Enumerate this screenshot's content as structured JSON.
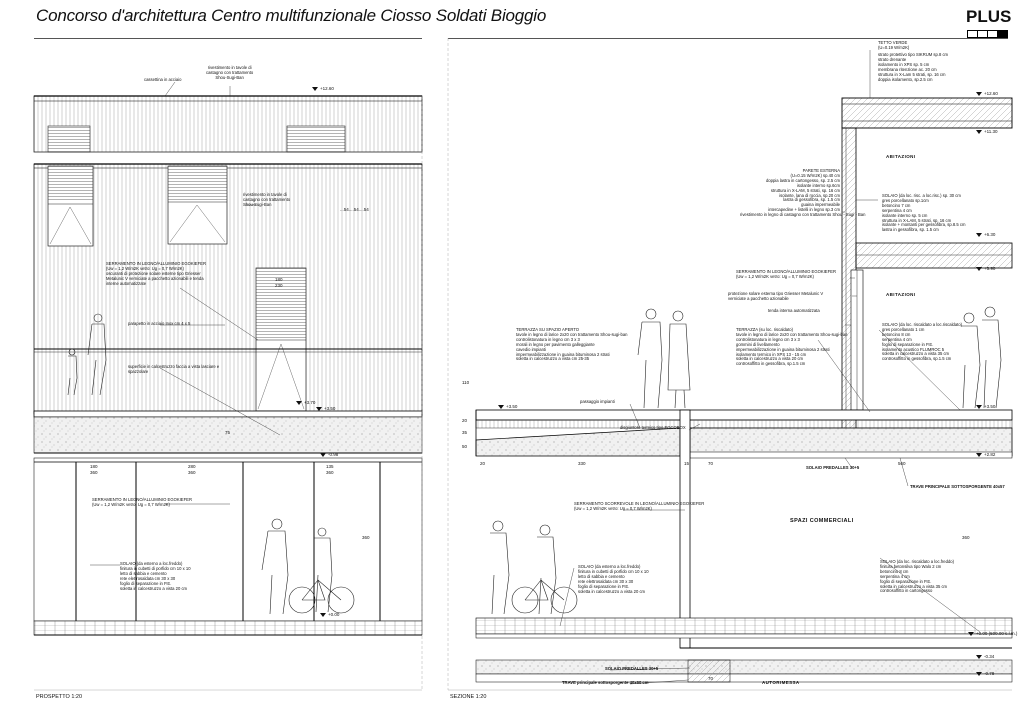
{
  "header": {
    "title": "Concorso d'architettura Centro multifunzionale Ciosso Soldati Bioggio",
    "brand": "PLUS"
  },
  "sheet": {
    "left_label": "PROSPETTO 1:20",
    "right_label": "SEZIONE 1:20"
  },
  "elevation": {
    "labels": {
      "lamiera": "cassettina in acciaio",
      "rivestimento_top": [
        "rivestimento in tavole di",
        "castagno con trattamento",
        "Shou-Sugi-Ban"
      ],
      "rivestimento_mid": [
        "rivestimento in tavole di",
        "castagno con trattamento",
        "Shou-Sugi-Ban"
      ],
      "serramento_top": [
        "SERRAMENTO IN LEGNO/ALLUMINIO EGOKIEFER",
        "(Uw = 1,2 W/m2K vetro: Ug = 0,7 W/m2K)",
        "oscuranti di protezione solare esterne tipo Griesser",
        "Metalunic V verniciate a pacchetto azionabili e tenda",
        "interne automatizzate"
      ],
      "parapetto": "parapetto in acciaio Inox cm 4 x 5",
      "superficie": [
        "superficie in calcestruzzo faccia a vista lasciare e",
        "spazzolare"
      ],
      "serramento_bottom": [
        "SERRAMENTO IN LEGNO/ALLUMINIO EGOKIEFER",
        "(Uw = 1,2 W/m2K vetro: Ug = 0,7 W/m2K)"
      ],
      "solaio": [
        "SOLAIO (da esterno a loc.freddo)",
        "finitura in cubetti di porfido cm 10 x 10",
        "letto di sabbia e cemento",
        "rete elettrosaldata cm 30 x 30",
        "foglio di separazione in P.E.",
        "soletta in calcestruzzo a vista 20 cm"
      ]
    },
    "dims": {
      "top_level": "+12.60",
      "balcony_level": "+3.70",
      "ground_level": "+3.50",
      "lower_level": "-0.98",
      "base_level": "+0.00",
      "band": "...54....54....54",
      "door_a": "180",
      "door_b": "230",
      "w1a": "180",
      "w1b": "360",
      "w2a": "280",
      "w2b": "360",
      "w3a": "135",
      "w3b": "360",
      "h1": "360",
      "vert_a": "75"
    }
  },
  "section": {
    "labels": {
      "tetto": [
        "TETTO VERDE",
        "(U=0.19 W/m2K)"
      ],
      "tetto_layers": [
        "strato protettivo tipo SIKRUM sp.8 cm",
        "strato drenante",
        "isolamento in XPS sp. 5 cm",
        "membrana ritenzione ac. 20 cm",
        "struttura in X-Lam 5 strati, sp. 16 cm",
        "doppia isolamento, sp.2.5 cm"
      ],
      "abitazioni_top": "ABITAZIONI",
      "abitazioni_mid": "ABITAZIONI",
      "parete": [
        "PARETE ESTERNA",
        "(U=0.15 W/m2K) sp.40 cm",
        "doppia lastra in cartongesso, sp. 2.5 cm",
        "isolante interno sp.6cm",
        "struttura in X-LAM, 5 strati, sp. 16 cm",
        "isolante, lana di roccia, sp.20 cm",
        "lastra di gessofibra, sp. 1.5 cm",
        "guaina impermeabile",
        "intercapedine + listelli in legno sp.3 cm",
        "rivestimento in legno di castagno con trattamento Shou - Sugi - Ban"
      ],
      "solaio_top": [
        "SOLAIO (da loc. risc. a loc.risc.) sp. 30 cm",
        "gres porcellanato sp.1cm",
        "betoncino 7 cm",
        "serpentina 4 cm",
        "isolante interno sp. 5 cm",
        "struttura in X-LAM, 5 strati, sp. 16 cm",
        "isolante + montanti per gessofibra, sp.8.5 cm",
        "lastra in gessofibra, sp. 1.5 cm"
      ],
      "serramento": [
        "SERRAMENTO IN LEGNO/ALLUMINIO EGOKIEFER",
        "(Uw = 1,2 W/m2K vetro: Ug = 0,7 W/m2K)"
      ],
      "protezione": [
        "protezione solare esterna tipo Griesser Metalunic V",
        "verniciate a pacchetto azionabile"
      ],
      "tenda": "tenda interna automatizzata",
      "terrazza_aperto": [
        "TERRAZZA SU SPAZIO APERTO",
        "tavole in legno di larice 2x20 con trattamento Shou-sugi-ban",
        "controlistonatura in legno cm 3 x 3",
        "morali in legno per pavimento galleggiante",
        "cavedio impianti",
        "impermeabilizzazione in guaina bituminosa 2 strati",
        "soletta in calcestruzzo a vista cm 25-35"
      ],
      "terrazza_freddo": [
        "TERRAZZA (su loc. riscaldato)",
        "tavole in legno di larice 2x20 con trattamento Shou-sugi-ban",
        "controlistonatura in legno cm 3 x 3",
        "gommini di livellamento",
        "impermeabilizzazione in guaina bituminosa 2 strati",
        "isolamento termico in XPS 13 - 15 cm",
        "soletta in calcestruzzo a vista 20 cm",
        "controsoffitto in gessofibra, sp.1.5 cm"
      ],
      "solaio_mid": [
        "SOLAIO (da loc. riscaldato a loc.riscaldato)",
        "gres porcellanato 1 cm",
        "betoncino 8 cm",
        "serpentina 4 cm",
        "foglio di separazione in P.E.",
        "isolamento acustico FLUMROC 5",
        "soletta in calcestruzzo a vista 35 cm",
        "controsoffitto in gessofibra, sp.1.5 cm"
      ],
      "passaggio": "passaggio impianti",
      "disgiuntore": "disgiuntore termico tipo EGCOBOX",
      "solaio_predalles_top": "SOLAIO PREDALLES 30+5",
      "trave_top": "TRAVE PRINCIPALE SOTTOSPORGENTE 40x57",
      "serramento_scorr": [
        "SERRAMENTO SCORREVOLE IN LEGNO/ALLUMINIO EGOKIEFER",
        "(Uw = 1,2 W/m2K vetro: Ug = 0,7 W/m2K)"
      ],
      "spazi": "SPAZI COMMERCIALI",
      "solaio_esterno": [
        "SOLAIO (da esterno a loc.freddo)",
        "finitura in cubetti di porfido cm 10 x 10",
        "letto di sabbia e cemento",
        "rete elettrosaldata cm 30 x 30",
        "foglio di separazione in P.E.",
        "soletta in calcestruzzo a vista 20 cm"
      ],
      "solaio_loc": [
        "SOLAIO (da loc. riscaldato a loc.freddo)",
        "finitura betonsilva tipo Walo 2 cm",
        "betoncino 8 cm",
        "serpentina 4 cm",
        "foglio di separazione in P.E.",
        "soletta in calcestruzzo a vista 35 cm",
        "controsoffitto in cartongesso"
      ],
      "solaio_predalles_bot": "SOLAIO PREDALLES 30+5",
      "trave_bot": "TRAVE principale sottosporgente 40x60 cm",
      "autorimessa": "AUTORIMESSA"
    },
    "dims": {
      "lv_roof": "+12.60",
      "lv_roof2": "+11.30",
      "lv_floor2": "+6.30",
      "lv_floor2b": "+5.90",
      "lv_terrace": "+3.50",
      "lv_terrace_r": "+3.50",
      "lv_under": "+2.82",
      "lv_ground": "+0.00 (500.00 s.l.m.)",
      "lv_minus": "-0.34",
      "lv_minus2": "-0.78",
      "d20": "20",
      "d330": "330",
      "d15": "15",
      "d70": "70",
      "d560": "560",
      "h110": "110",
      "h360": "360",
      "side1": "20",
      "side2": "35",
      "side3": "50",
      "d70b": "70"
    }
  }
}
